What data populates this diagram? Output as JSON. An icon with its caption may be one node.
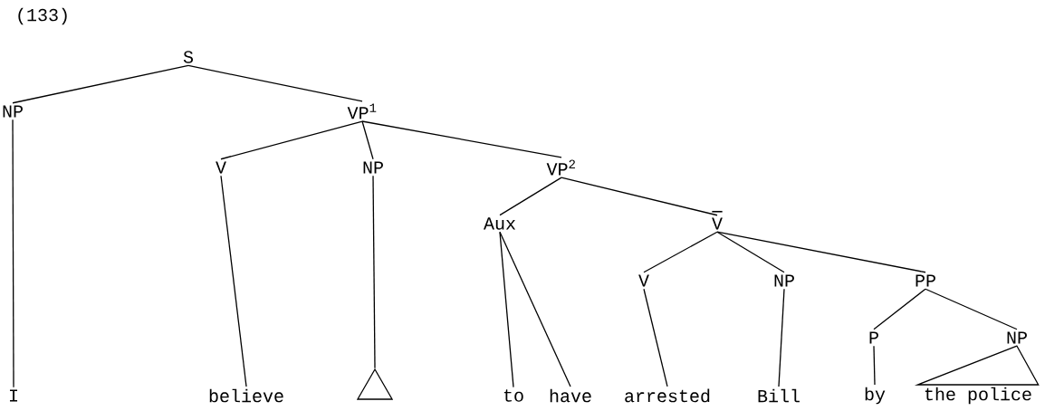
{
  "diagram": {
    "nodes": [
      {
        "text": [
          "S"
        ]
      },
      {
        "text": [
          "NP"
        ]
      },
      {
        "text": [
          "VP$^{1}$"
        ]
      },
      {
        "text": [
          "V"
        ]
      },
      {
        "text": [
          "NP"
        ]
      },
      {
        "text": [
          "VP$^{2}$"
        ]
      },
      {
        "text": [
          "Aux"
        ]
      },
      {
        "text": [
          "V"
        ]
      },
      {
        "text": [
          "V"
        ]
      },
      {
        "text": [
          "NP"
        ]
      },
      {
        "text": [
          "PP"
        ]
      },
      {
        "text": [
          "P"
        ]
      },
      {
        "text": [
          "NP"
        ]
      },
      {
        "text": [
          "I"
        ]
      },
      {
        "text": [
          "believe"
        ]
      },
      {
        "text": [],
        "shape": "triangle"
      },
      {
        "text": [
          "to"
        ]
      },
      {
        "text": [
          "have"
        ]
      },
      {
        "text": [
          "arrested"
        ]
      },
      {
        "text": [
          "Bill"
        ]
      },
      {
        "text": [
          "by"
        ]
      },
      {
        "text": [
          "the police"
        ]
      }
    ],
    "edges": [
      {
        "from": 0,
        "to": 1,
        "arrow": "none"
      },
      {
        "from": 0,
        "to": 2,
        "arrow": "none"
      },
      {
        "from": 1,
        "to": 13,
        "arrow": "none"
      },
      {
        "from": 2,
        "to": 3,
        "arrow": "none"
      },
      {
        "from": 2,
        "to": 4,
        "arrow": "none"
      },
      {
        "from": 2,
        "to": 5,
        "arrow": "none"
      },
      {
        "from": 3,
        "to": 14,
        "arrow": "none"
      },
      {
        "from": 4,
        "to": 15,
        "arrow": "none"
      },
      {
        "from": 5,
        "to": 6,
        "arrow": "none"
      },
      {
        "from": 5,
        "to": 7,
        "arrow": "none"
      },
      {
        "from": 6,
        "to": 16,
        "arrow": "none"
      },
      {
        "from": 6,
        "to": 17,
        "arrow": "none"
      },
      {
        "from": 7,
        "to": 8,
        "arrow": "none"
      },
      {
        "from": 7,
        "to": 9,
        "arrow": "none"
      },
      {
        "from": 7,
        "to": 10,
        "arrow": "none"
      },
      {
        "from": 8,
        "to": 18,
        "arrow": "none"
      },
      {
        "from": 9,
        "to": 19,
        "arrow": "none"
      },
      {
        "from": 10,
        "to": 11,
        "arrow": "none"
      },
      {
        "from": 10,
        "to": 12,
        "arrow": "none"
      },
      {
        "from": 11,
        "to": 20,
        "arrow": "none"
      },
      {
        "from": 12,
        "to": 21,
        "arrow": "none"
      }
    ],
    "labels": [
      "(133)"
    ]
  }
}
